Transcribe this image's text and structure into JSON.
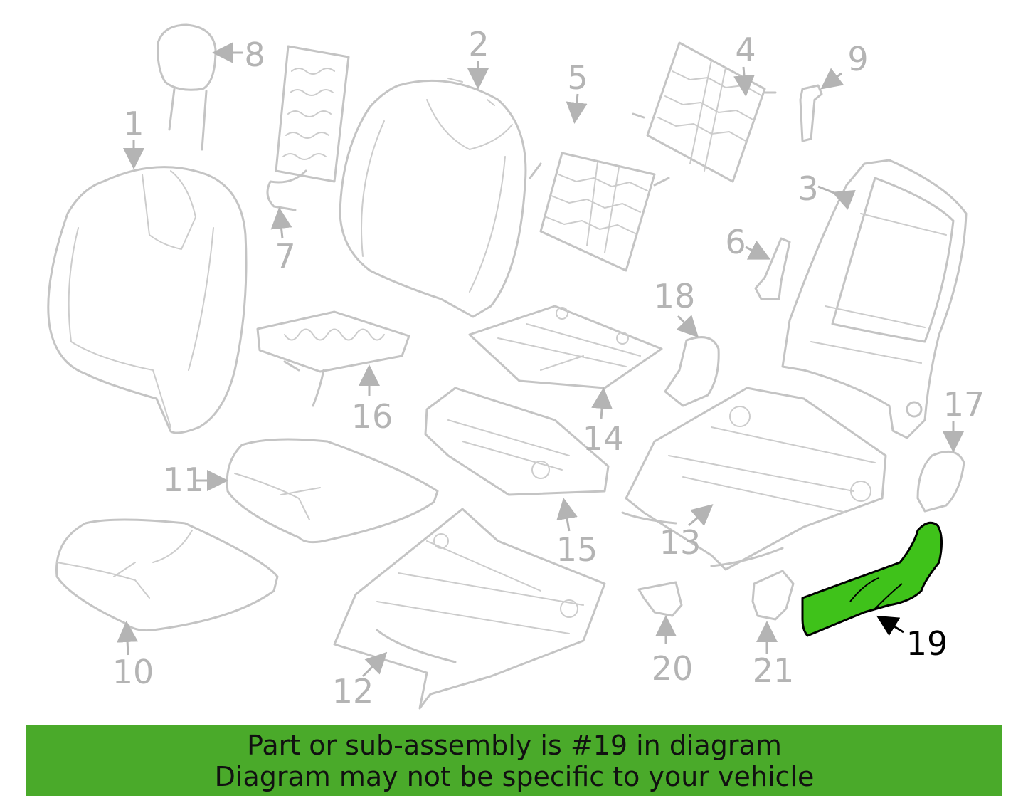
{
  "diagram": {
    "labels": [
      "1",
      "2",
      "3",
      "4",
      "5",
      "6",
      "7",
      "8",
      "9",
      "10",
      "11",
      "12",
      "13",
      "14",
      "15",
      "16",
      "17",
      "18",
      "19",
      "20",
      "21"
    ],
    "highlighted_part": "19",
    "colors": {
      "highlight_fill": "#3fc21a",
      "banner": "#4aaa2a",
      "line": "#c4c4c4"
    }
  },
  "banner": {
    "line1": "Part or sub-assembly is #19 in diagram",
    "line2": "Diagram may not be specific to your vehicle"
  }
}
